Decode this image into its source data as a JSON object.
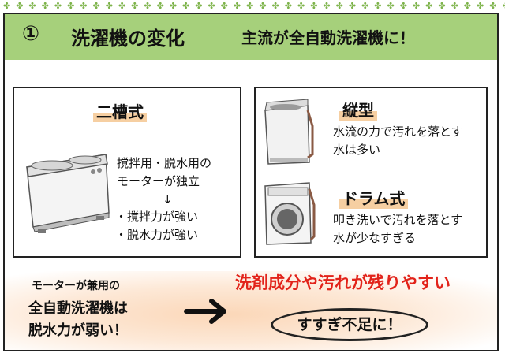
{
  "header": {
    "number": "①",
    "title": "洗濯機の変化",
    "subtitle": "主流が全自動洗濯機に！"
  },
  "twin_tub": {
    "title": "二槽式",
    "line1": "撹拌用・脱水用の",
    "line2": "モーターが独立",
    "arrow": "↓",
    "point1": "・撹拌力が強い",
    "point2": "・脱水力が強い"
  },
  "vertical": {
    "title": "縦型",
    "line1": "水流の力で汚れを落とす",
    "line2": "水は多い"
  },
  "drum": {
    "title": "ドラム式",
    "line1": "叩き洗いで汚れを落とす",
    "line2": "水が少なすぎる"
  },
  "bottom": {
    "shared_small": "モーターが兼用の",
    "shared_line1": "全自動洗濯機は",
    "shared_line2": "脱水力が弱い！",
    "result": "洗剤成分や汚れが残りやすい",
    "result_circle": "すすぎ不足に！"
  },
  "colors": {
    "header_bg": "#a6d07b",
    "clover": "#7db34a",
    "highlight": "#f6cfa2",
    "accent_red": "#e2231a"
  },
  "icons": [
    "clover-icon",
    "twin-tub-washer-icon",
    "top-load-washer-icon",
    "drum-washer-icon",
    "right-arrow-icon"
  ]
}
